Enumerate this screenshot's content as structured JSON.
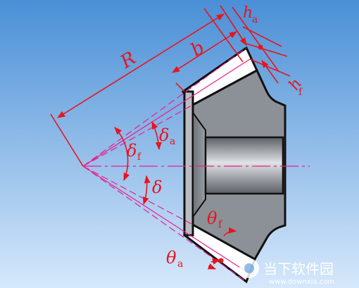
{
  "labels": {
    "R": "R",
    "b": "b",
    "ha": "h",
    "ha_sub": "a",
    "hf": "h",
    "hf_sub": "f",
    "delta_a": "δ",
    "delta_a_sub": "a",
    "delta_f": "δ",
    "delta_f_sub": "f",
    "delta": "δ",
    "theta_f": "θ",
    "theta_f_sub": "f",
    "theta_a": "θ",
    "theta_a_sub": "a"
  },
  "watermark": {
    "site_name": "当下软件园",
    "url": "www.downxia.com"
  },
  "colors": {
    "background_top": "#4a8fd6",
    "background_bottom": "#cfe3fa",
    "annotation": "#e8141e",
    "axis_line": "#e8208f",
    "gear_fill": "#8c9097",
    "outline": "#111111"
  }
}
